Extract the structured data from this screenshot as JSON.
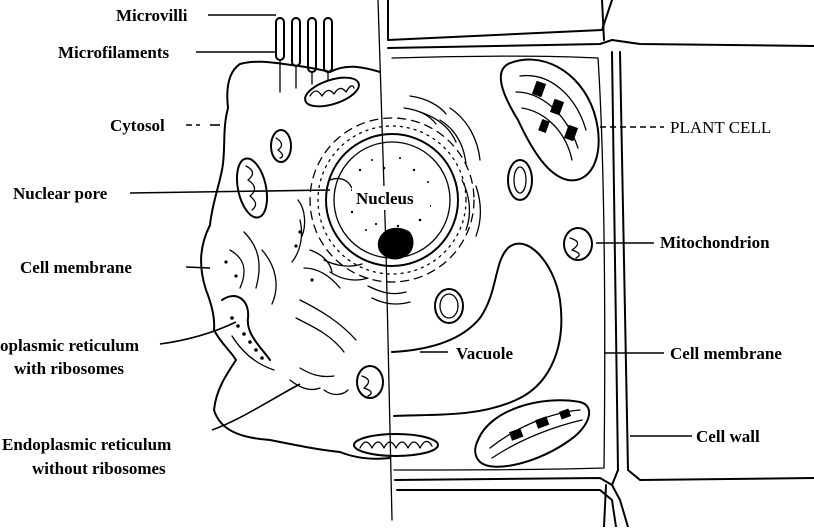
{
  "labels": {
    "microvilli": "Microvilli",
    "microfilaments": "Microfilaments",
    "cytosol": "Cytosol",
    "nuclear_pore": "Nuclear pore",
    "cell_membrane_left": "Cell membrane",
    "er_rough_line1": "oplasmic reticulum",
    "er_rough_line2": "with ribosomes",
    "er_smooth_line1": "Endoplasmic reticulum",
    "er_smooth_line2": "without ribosomes",
    "nucleus": "Nucleus",
    "plant_cell": "PLANT CELL",
    "mitochondrion": "Mitochondrion",
    "vacuole": "Vacuole",
    "cell_membrane_right": "Cell membrane",
    "cell_wall": "Cell wall"
  }
}
